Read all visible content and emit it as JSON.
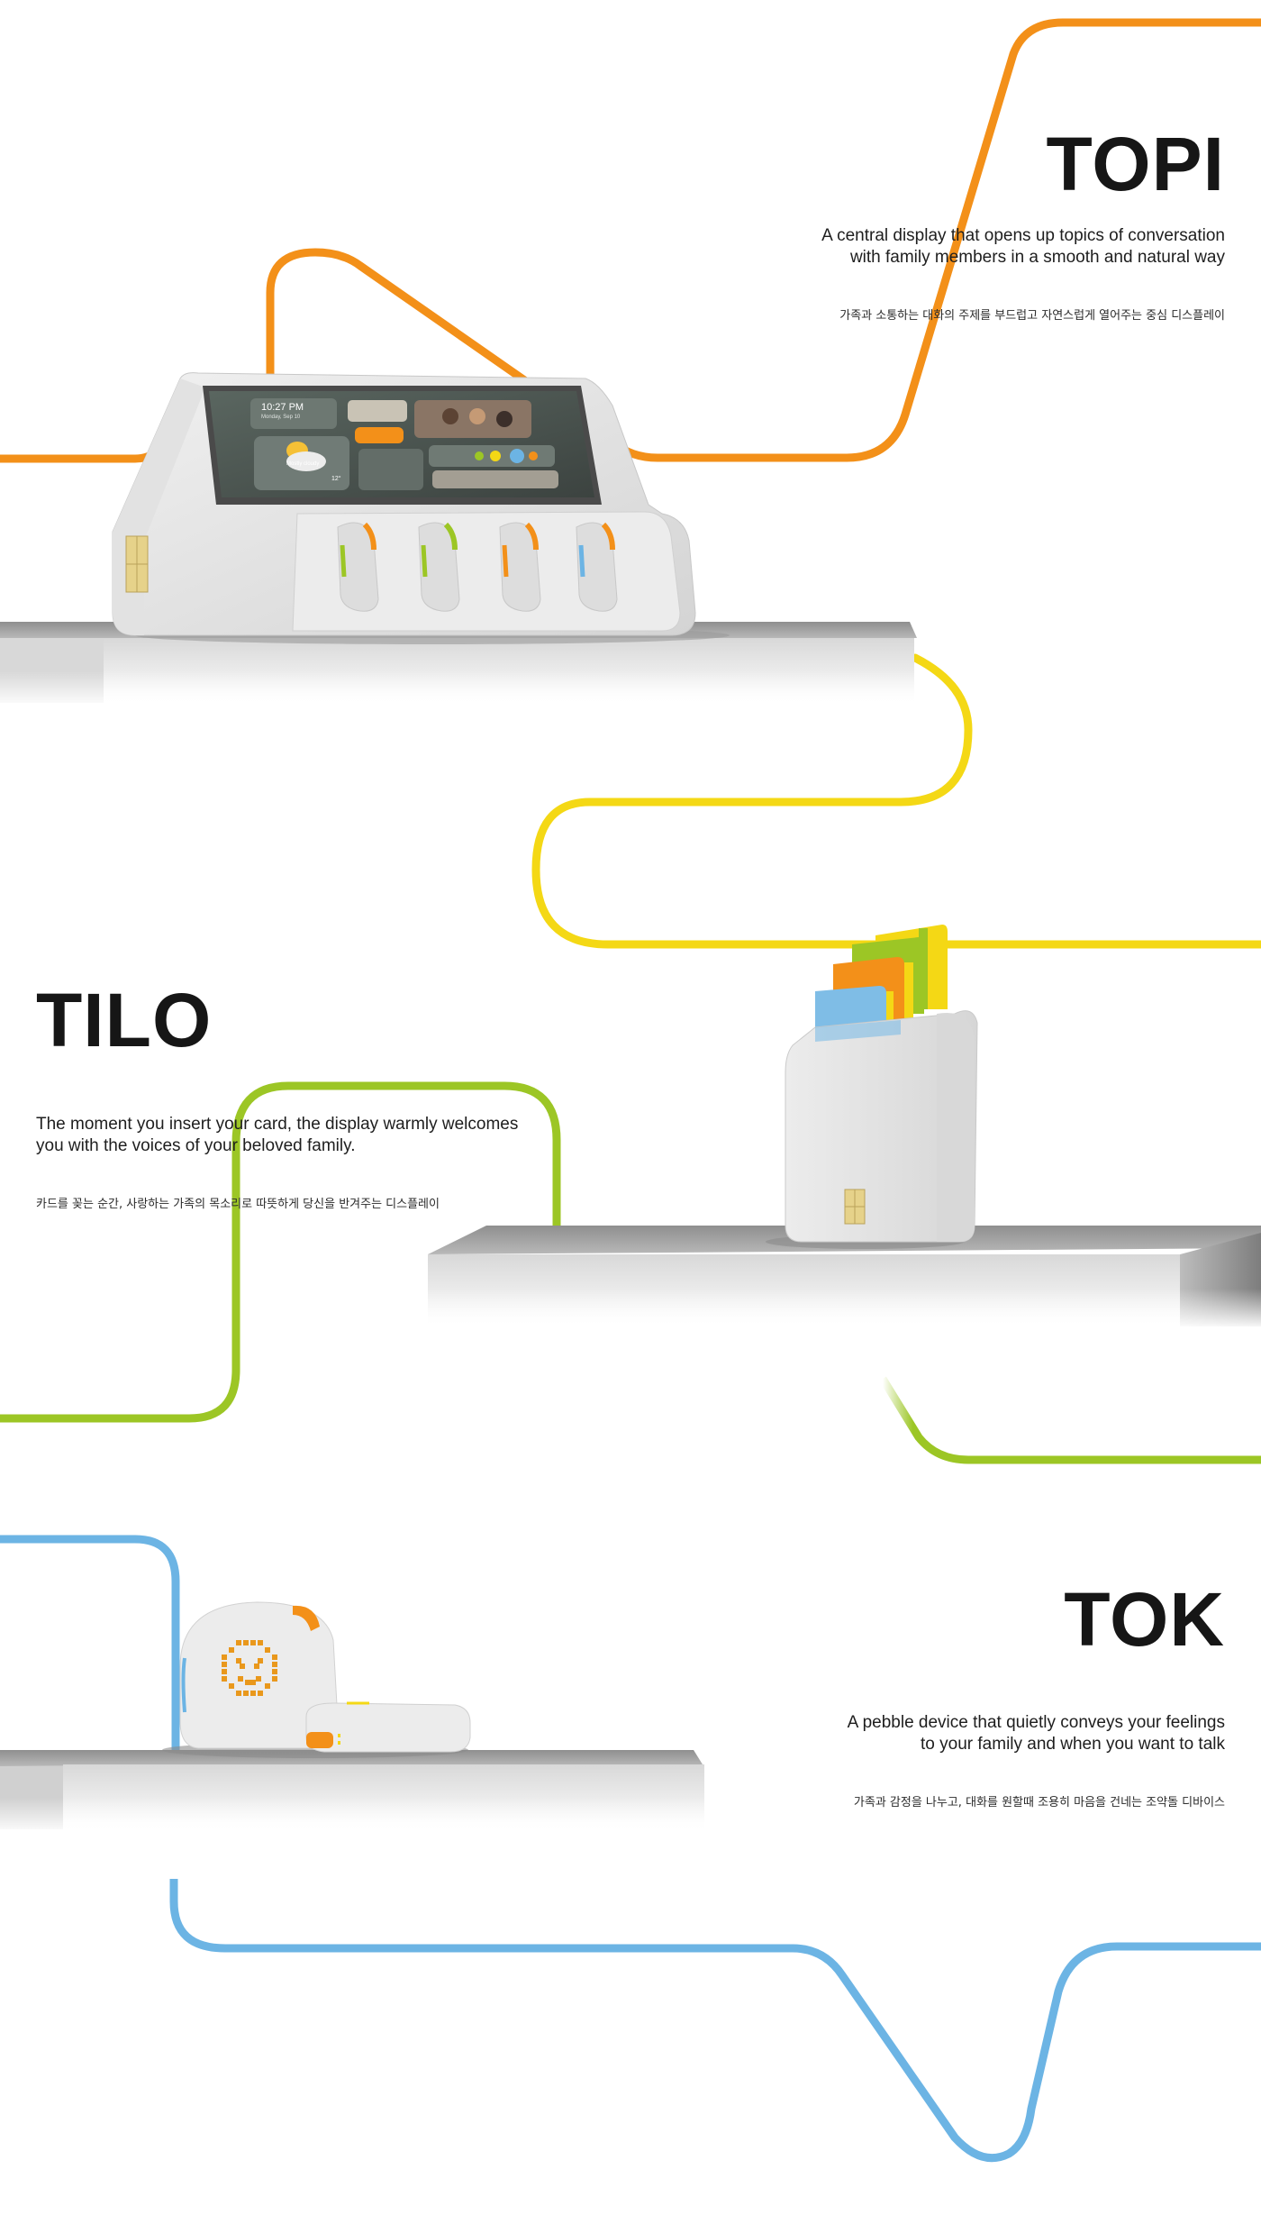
{
  "sections": [
    {
      "name": "TOPI",
      "description_en": [
        "A central display that opens up topics of conversation",
        "with family members in a smooth and natural way"
      ],
      "description_ko": "가족과 소통하는 대화의 주제를 부드럽고 자연스럽게 열어주는 중심 디스플레이",
      "accent": "#f39019"
    },
    {
      "name": "TILO",
      "description_en": [
        "The moment you insert your card, the display warmly welcomes",
        "you with the voices of your beloved family."
      ],
      "description_ko": "카드를 꽂는 순간, 사랑하는 가족의 목소리로 따뜻하게 당신을 반겨주는 디스플레이",
      "accent": "#f4d815"
    },
    {
      "name": "TOK",
      "description_en": [
        "A pebble device that quietly conveys your feelings",
        "to your family and when you want to talk"
      ],
      "description_ko": "가족과 감정을 나누고, 대화를 원할때 조용히 마음을 건네는 조약돌 디바이스",
      "accent": "#6cb4e4"
    }
  ],
  "line_colors": {
    "orange": "#f39019",
    "yellow": "#f4d815",
    "green": "#9cc625",
    "blue": "#6cb4e4"
  },
  "topi_screen": {
    "time": "10:27 PM",
    "date": "Monday, Sep 10",
    "weather": "Mostly cloudy",
    "temp": "12°"
  }
}
